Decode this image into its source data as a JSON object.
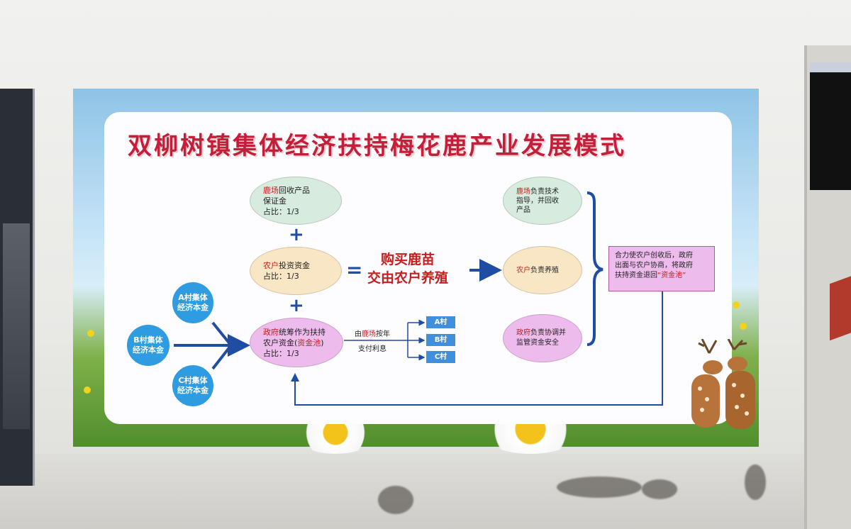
{
  "title": "双柳树镇集体经济扶持梅花鹿产业发展模式",
  "left_circles": [
    {
      "line1": "A村集体",
      "line2": "经济本金"
    },
    {
      "line1": "B村集体",
      "line2": "经济本金"
    },
    {
      "line1": "C村集体",
      "line2": "经济本金"
    }
  ],
  "ellipse_top": {
    "highlight": "鹿场",
    "line1_rest": "回收产品",
    "line2": "保证金",
    "line3": "占比：1/3"
  },
  "ellipse_mid": {
    "highlight": "农户",
    "line1_rest": "投资资金",
    "line2": "占比：1/3"
  },
  "ellipse_bottom": {
    "highlight": "政府",
    "line1_rest": "统筹作为扶持",
    "line2_pre": "农户资金(",
    "line2_highlight": "资金池",
    "line2_post": ")",
    "line3": "占比：1/3"
  },
  "plus_sign": "+",
  "equals_sign": "=",
  "slogan": {
    "line1": "购买鹿苗",
    "line2": "交由农户养殖"
  },
  "payout": {
    "pre": "由",
    "highlight": "鹿场",
    "post": "按年",
    "line2": "支付利息"
  },
  "villages": [
    "A村",
    "B村",
    "C村"
  ],
  "right_top": {
    "highlight": "鹿场",
    "line1_rest": "负责技术",
    "line2": "指导，并回收",
    "line3": "产品"
  },
  "right_mid": {
    "highlight": "农户",
    "rest": "负责养殖"
  },
  "right_bottom": {
    "highlight": "政府",
    "line1_rest": "负责协调并",
    "line2": "监管资金安全"
  },
  "result_box": {
    "line1": "合力使农户创收后，政府",
    "line2": "出面与农户协商，将政府",
    "line3_pre": "扶持资金退回",
    "line3_highlight": "“资金池”"
  },
  "colors": {
    "title_red": "#c41e3a",
    "arrow_blue": "#1f4da3",
    "circle_blue": "#2f9be0"
  }
}
